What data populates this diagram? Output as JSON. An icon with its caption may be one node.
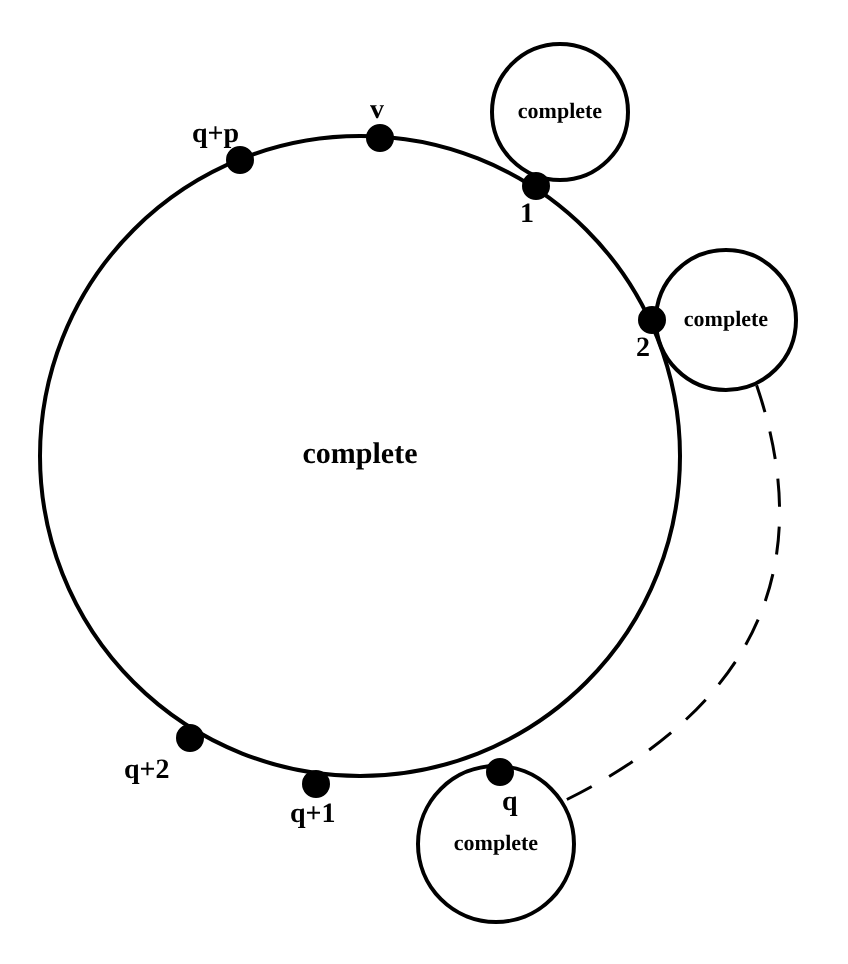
{
  "diagram": {
    "nodes": [
      {
        "text": [
          "complete"
        ]
      },
      {
        "text": [
          "complete"
        ]
      },
      {
        "text": [
          "complete"
        ]
      },
      {
        "text": [
          "complete"
        ]
      },
      {
        "text": [],
        "shape": "circle",
        "beside": [
          "v"
        ]
      },
      {
        "text": [],
        "shape": "circle",
        "beside": [
          "q+p"
        ]
      },
      {
        "text": [],
        "shape": "circle",
        "beside": [
          "1"
        ]
      },
      {
        "text": [],
        "shape": "circle",
        "beside": [
          "2"
        ]
      },
      {
        "text": [],
        "shape": "circle",
        "beside": [
          "q"
        ]
      },
      {
        "text": [],
        "shape": "circle",
        "beside": [
          "q+2"
        ]
      },
      {
        "text": [],
        "shape": "circle",
        "beside": [
          "q+1"
        ]
      }
    ],
    "edges": [
      {
        "from": 2,
        "to": 3,
        "arrow": "none",
        "style": "dashed"
      }
    ]
  }
}
